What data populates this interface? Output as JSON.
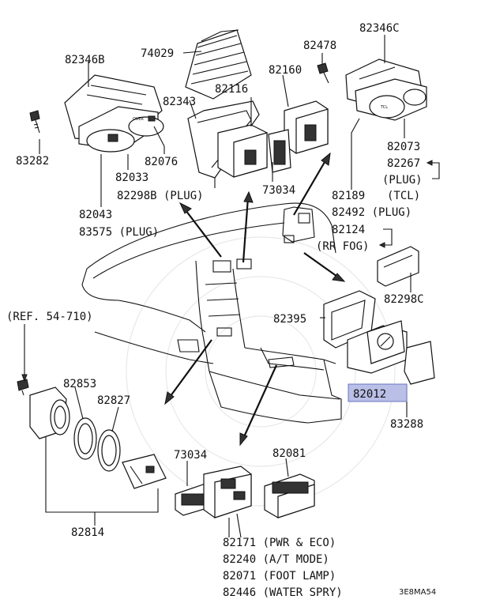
{
  "diagram_code": "3E8MA54",
  "highlight_color": "#b9bfe6",
  "labels": {
    "l74029": "74029",
    "l82478": "82478",
    "l82346C": "82346C",
    "l82346B": "82346B",
    "l82160": "82160",
    "l82116": "82116",
    "l82343": "82343",
    "l83282": "83282",
    "l82033": "82033",
    "l82076": "82076",
    "l73034a": "73034",
    "l82298B": "82298B (PLUG)",
    "l82043": "82043",
    "l83575": "83575 (PLUG)",
    "l82073": "82073",
    "l82267": "82267",
    "l82267plug": "(PLUG)",
    "l82267tcl": "(TCL)",
    "l82189": "82189",
    "l82492": "82492 (PLUG)",
    "l82124": "82124",
    "l82124fog": "(RR FOG)",
    "l82298C": "82298C",
    "l82395": "82395",
    "lref": "(REF. 54-710)",
    "l82012": "82012",
    "l83288": "83288",
    "l82853": "82853",
    "l82827": "82827",
    "l73034b": "73034",
    "l82081": "82081",
    "l82814": "82814",
    "l82171": "82171 (PWR & ECO)",
    "l82240": "82240 (A/T MODE)",
    "l82071": "82071 (FOOT LAMP)",
    "l82446": "82446 (WATER SPRY)"
  }
}
